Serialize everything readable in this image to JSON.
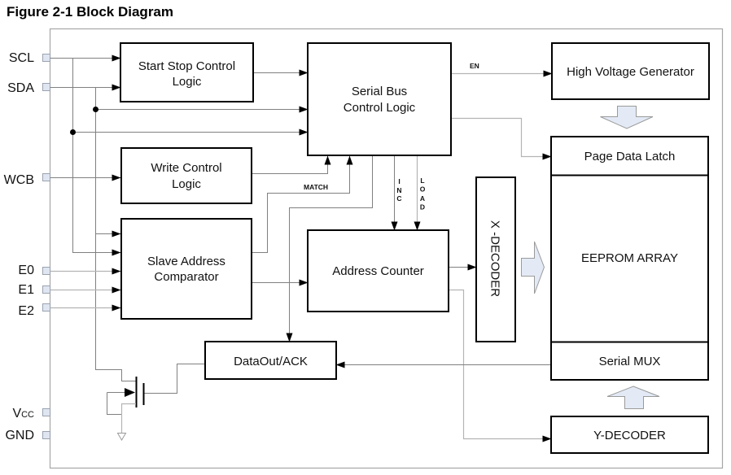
{
  "title": "Figure 2-1 Block Diagram",
  "pins": [
    {
      "label": "SCL"
    },
    {
      "label": "SDA"
    },
    {
      "label": "WCB"
    },
    {
      "label": "E0"
    },
    {
      "label": "E1"
    },
    {
      "label": "E2"
    },
    {
      "label": "V",
      "sub": "CC"
    },
    {
      "label": "GND"
    }
  ],
  "blocks": {
    "start_stop": [
      "Start Stop Control",
      "Logic"
    ],
    "serial_bus": [
      "Serial Bus",
      "Control Logic"
    ],
    "write_control": [
      "Write Control",
      "Logic"
    ],
    "slave_address": [
      "Slave Address",
      "Comparator"
    ],
    "address_counter": "Address Counter",
    "dataout_ack": "DataOut/ACK",
    "x_decoder": "X -DECODER",
    "high_voltage": "High Voltage Generator",
    "page_latch": "Page Data Latch",
    "eeprom_array": "EEPROM ARRAY",
    "serial_mux": "Serial MUX",
    "y_decoder": "Y-DECODER"
  },
  "signals": {
    "en": "EN",
    "match": "MATCH",
    "inc": [
      "I",
      "N",
      "C"
    ],
    "load": [
      "L",
      "O",
      "A",
      "D"
    ]
  },
  "colors": {
    "block_border": "#000000",
    "wire": "#808080",
    "wire_light": "#b4b4b4",
    "frame": "#a6a6a6",
    "pin_fill": "#dfe6f2",
    "block_arrow_fill": "#e3eaf6",
    "text": "#111111"
  }
}
